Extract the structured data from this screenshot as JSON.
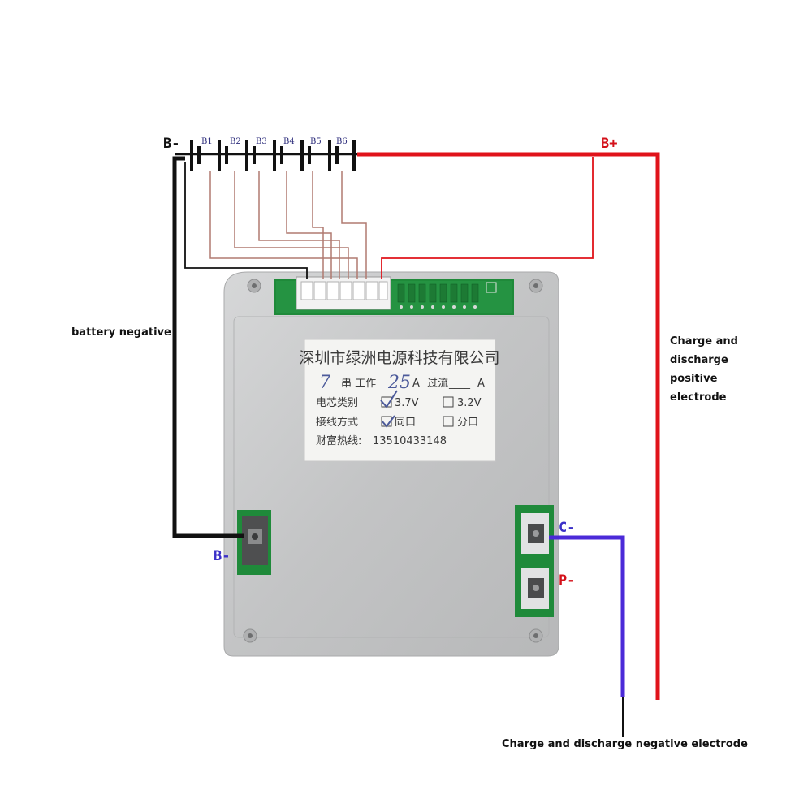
{
  "labels": {
    "b_minus_top": "B-",
    "b_plus": "B+",
    "b_minus_board": "B-",
    "c_minus": "C-",
    "p_minus": "P-",
    "battery_negative": "battery negative",
    "charge_positive": [
      "Charge and",
      "discharge",
      "positive",
      "electrode"
    ],
    "charge_negative": "Charge and discharge negative electrode"
  },
  "cells": [
    "B1",
    "B2",
    "B3",
    "B4",
    "B5",
    "B6"
  ],
  "sticker": {
    "company": "深圳市绿洲电源科技有限公司",
    "series_prefix_hand": "7",
    "series_word": "串 工作",
    "current_hand": "25",
    "current_unit": "A",
    "overcurrent_label": "过流",
    "overcurrent_blank": "____",
    "overcurrent_unit": "A",
    "cell_type_label": "电芯类别",
    "cell_type_opt1": "3.7V",
    "cell_type_opt2": "3.2V",
    "wiring_label": "接线方式",
    "wiring_opt1": "同口",
    "wiring_opt2": "分口",
    "hotline_label": "财富热线:",
    "hotline_number": "13510433148"
  },
  "colors": {
    "red_wire": "#e0131a",
    "blue_wire": "#4b2ad8",
    "black_wire": "#111111",
    "balance_wire": "#b07a70",
    "board": "#c9cacb",
    "pcb_green": "#1f8a3a",
    "label_blue": "#3b30c8",
    "label_red": "#d4111a"
  }
}
